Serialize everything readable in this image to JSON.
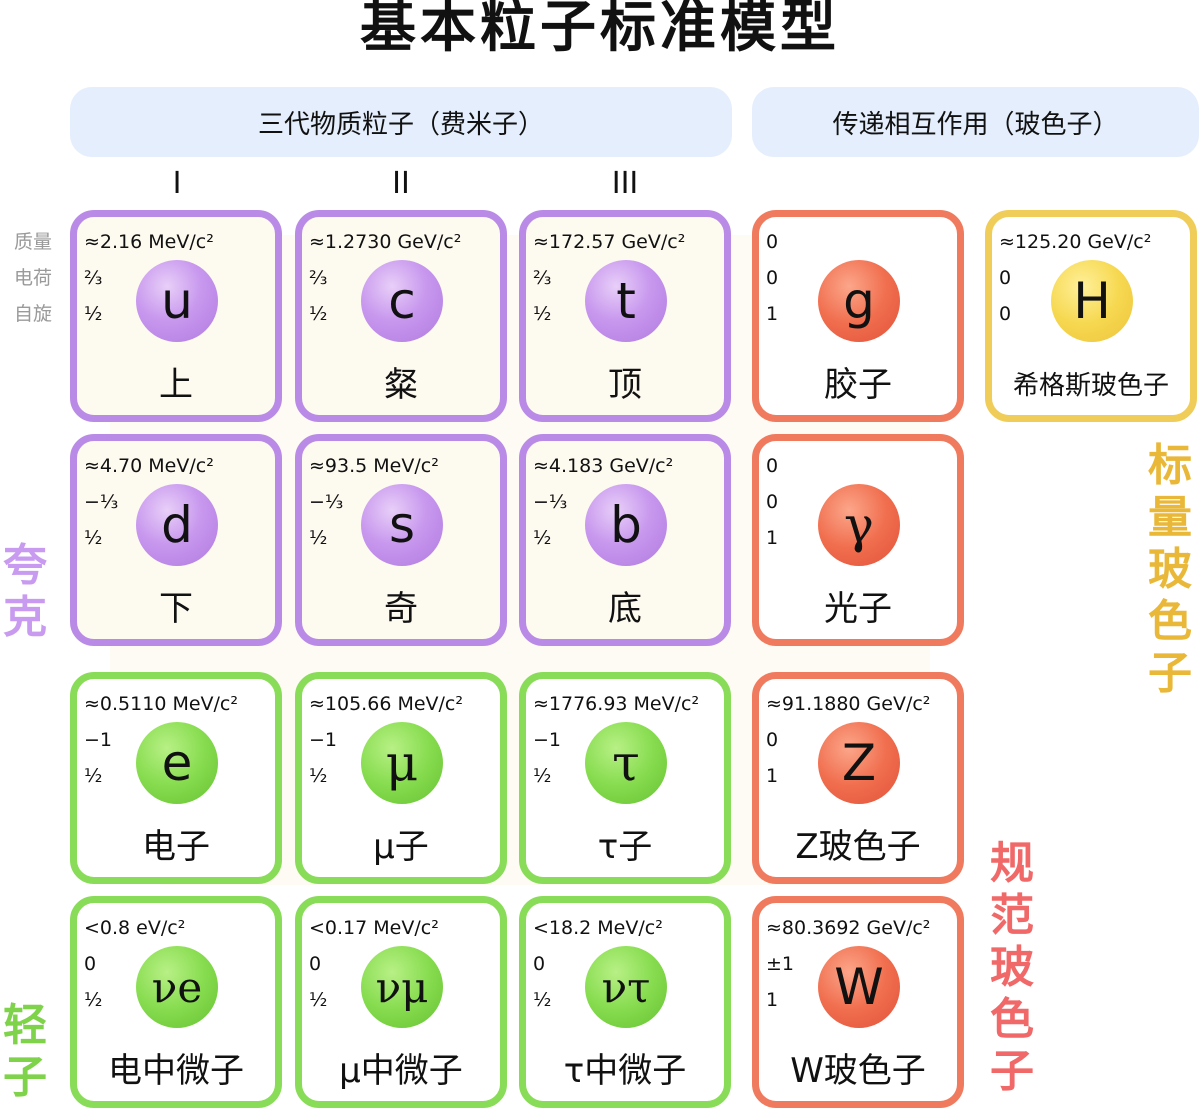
{
  "title": "基本粒子标准模型",
  "headers": {
    "fermions": "三代物质粒子（费米子）",
    "bosons": "传递相互作用（玻色子）"
  },
  "generations": [
    "I",
    "II",
    "III"
  ],
  "row_labels": [
    "质量",
    "电荷",
    "自旋"
  ],
  "categories": {
    "quarks": {
      "chars": [
        "夸",
        "克"
      ],
      "color": "#c89af0"
    },
    "leptons": {
      "chars": [
        "轻",
        "子"
      ],
      "color": "#7fd34a"
    },
    "gauge": {
      "chars": [
        "规",
        "范",
        "玻",
        "色",
        "子"
      ],
      "color": "#f06868"
    },
    "scalar": {
      "chars": [
        "标",
        "量",
        "玻",
        "色",
        "子"
      ],
      "color": "#eab838"
    }
  },
  "particles": [
    {
      "symbol": "u",
      "name": "上",
      "mass": "≈2.16 MeV/c²",
      "charge": "⅔",
      "spin": "½"
    },
    {
      "symbol": "c",
      "name": "粲",
      "mass": "≈1.2730 GeV/c²",
      "charge": "⅔",
      "spin": "½"
    },
    {
      "symbol": "t",
      "name": "顶",
      "mass": "≈172.57 GeV/c²",
      "charge": "⅔",
      "spin": "½"
    },
    {
      "symbol": "g",
      "name": "胶子",
      "mass": "0",
      "charge": "0",
      "spin": "1"
    },
    {
      "symbol": "H",
      "name": "希格斯玻色子",
      "mass": "≈125.20 GeV/c²",
      "charge": "0",
      "spin": "0"
    },
    {
      "symbol": "d",
      "name": "下",
      "mass": "≈4.70 MeV/c²",
      "charge": "−⅓",
      "spin": "½"
    },
    {
      "symbol": "s",
      "name": "奇",
      "mass": "≈93.5 MeV/c²",
      "charge": "−⅓",
      "spin": "½"
    },
    {
      "symbol": "b",
      "name": "底",
      "mass": "≈4.183 GeV/c²",
      "charge": "−⅓",
      "spin": "½"
    },
    {
      "symbol": "γ",
      "name": "光子",
      "mass": "0",
      "charge": "0",
      "spin": "1"
    },
    {
      "symbol": "e",
      "name": "电子",
      "mass": "≈0.5110 MeV/c²",
      "charge": "−1",
      "spin": "½"
    },
    {
      "symbol": "μ",
      "name": "μ子",
      "mass": "≈105.66 MeV/c²",
      "charge": "−1",
      "spin": "½"
    },
    {
      "symbol": "τ",
      "name": "τ子",
      "mass": "≈1776.93 MeV/c²",
      "charge": "−1",
      "spin": "½"
    },
    {
      "symbol": "Z",
      "name": "Z玻色子",
      "mass": "≈91.1880 GeV/c²",
      "charge": "0",
      "spin": "1"
    },
    {
      "symbol": "νe",
      "name": "电中微子",
      "mass": "<0.8 eV/c²",
      "charge": "0",
      "spin": "½"
    },
    {
      "symbol": "νμ",
      "name": "μ中微子",
      "mass": "<0.17 MeV/c²",
      "charge": "0",
      "spin": "½"
    },
    {
      "symbol": "ντ",
      "name": "τ中微子",
      "mass": "<18.2 MeV/c²",
      "charge": "0",
      "spin": "½"
    },
    {
      "symbol": "W",
      "name": "W玻色子",
      "mass": "≈80.3692 GeV/c²",
      "charge": "±1",
      "spin": "1"
    }
  ]
}
